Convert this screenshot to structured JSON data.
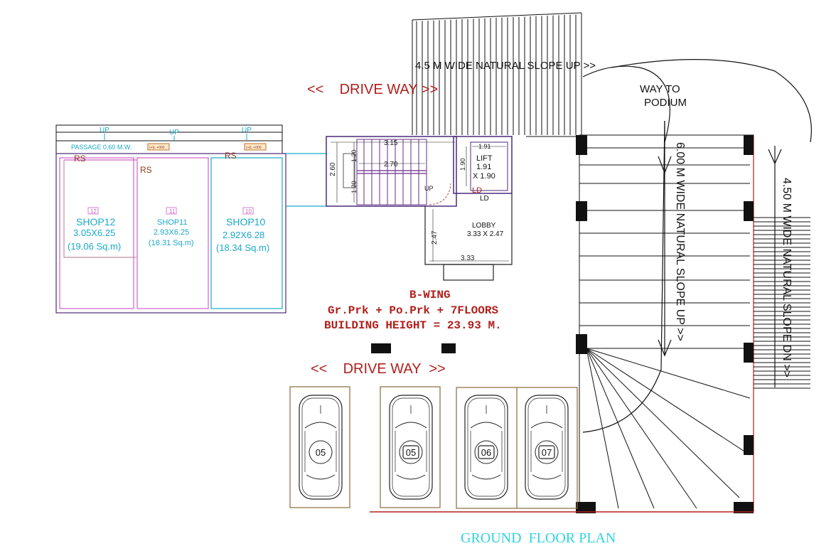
{
  "title": "GROUND  FLOOR PLAN",
  "wing": {
    "name": "B-WING",
    "floors": "Gr.Prk + Po.Prk + 7FLOORS",
    "height": "BUILDING HEIGHT = 23.93 M."
  },
  "driveway_top": "<<    DRIVE WAY >>",
  "driveway_bottom": "<<    DRIVE WAY  >>",
  "slope_top": "4.5 M WIDE NATURAL SLOPE UP >>",
  "way_to_podium": [
    "WAY TO",
    "PODIUM"
  ],
  "slope_600": "6.00 M WIDE NATURAL SLOPE UP >>",
  "slope_450": "4.50 M WIDE NATURAL SLOPE DN >>",
  "passage": "PASSAGE 0.60 M.W.",
  "up_labels": [
    "UP",
    "UP",
    "UP"
  ],
  "level_tags": [
    "(+)L +000",
    "(+)L +000"
  ],
  "rs_labels": [
    "RS",
    "RS",
    "RS"
  ],
  "shops": [
    {
      "num": "12",
      "name": "SHOP12",
      "size": "3.05X6.25",
      "area": "(19.06 Sq.m)",
      "color": "#d060c8"
    },
    {
      "num": "11",
      "name": "SHOP11",
      "size": "2.93X6.25",
      "area": "(18.31 Sq.m)",
      "color": "#d060c8"
    },
    {
      "num": "10",
      "name": "SHOP10",
      "size": "2.92X6.28",
      "area": "(18.34 Sq.m)",
      "color": "#1aa9c9"
    }
  ],
  "stair": {
    "dim_top": "3.15",
    "dim_inner": "2.70",
    "dim_left": "2.60",
    "dim_left_a": "1.20",
    "dim_left_b": "1.20",
    "up": "UP"
  },
  "lift": {
    "label": "LIFT",
    "size_a": "1.91",
    "size_b": "X 1.90",
    "dim_top": "1.91",
    "dim_side": "1.90",
    "ld_a": "LD",
    "ld_b": "LD"
  },
  "lobby": {
    "label": "LOBBY",
    "size": "3.33 X 2.47",
    "dim_side": "2.47",
    "dim_bottom": "3.33"
  },
  "parking": [
    "05",
    "05",
    "06",
    "07"
  ],
  "colors": {
    "driveway": "#b0201c",
    "title": "#2fd3e0",
    "shop_pink": "#d060c8",
    "shop_cyan": "#1aa9c9",
    "wall_purple": "#4b2a7a",
    "stair_purple": "#6a2c8c",
    "car_frame": "#8a6a3a",
    "boundary": "#b0201c"
  }
}
